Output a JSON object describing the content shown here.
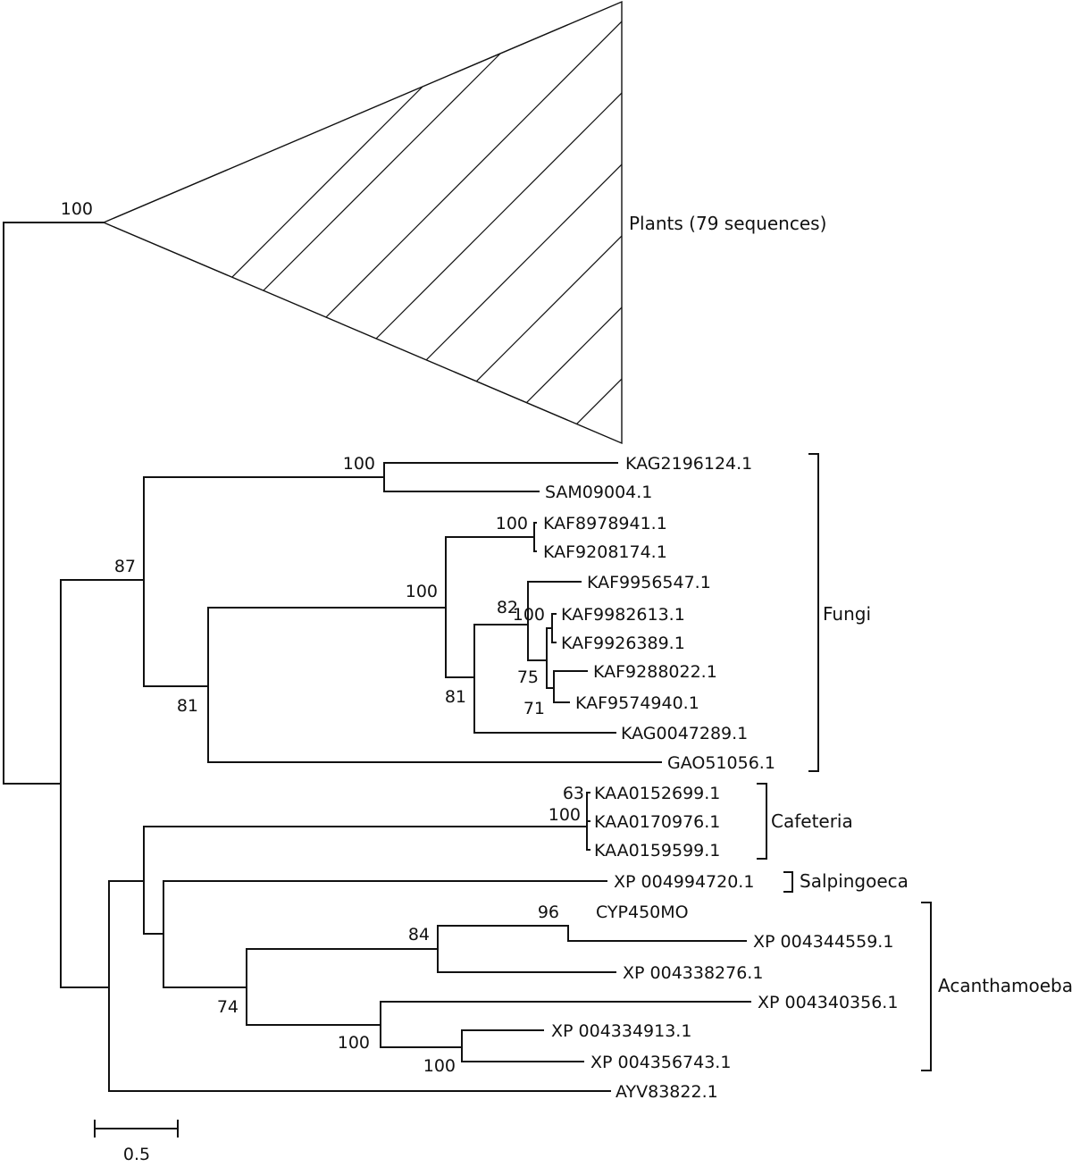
{
  "tree": {
    "collapsed_clade": {
      "label": "Plants (79 sequences)",
      "bootstrap": "100"
    },
    "tips": [
      "KAG2196124.1",
      "SAM09004.1",
      "KAF8978941.1",
      "KAF9208174.1",
      "KAF9956547.1",
      "KAF9982613.1",
      "KAF9926389.1",
      "KAF9288022.1",
      "KAF9574940.1",
      "KAG0047289.1",
      "GAO51056.1",
      "KAA0152699.1",
      "KAA0170976.1",
      "KAA0159599.1",
      "XP 004994720.1",
      "CYP450MO",
      "XP 004344559.1",
      "XP 004338276.1",
      "XP 004340356.1",
      "XP 004334913.1",
      "XP 004356743.1",
      "AYV83822.1"
    ],
    "bootstrap": {
      "fungi_top": "100",
      "fungi_root": "87",
      "fungi_pair": "100",
      "fungi_big": "100",
      "fungi_inner": "82",
      "fungi_deep": "100",
      "fungi_75": "75",
      "fungi_71": "71",
      "fungi_81a": "81",
      "fungi_81b": "81",
      "cafeteria_a": "63",
      "cafeteria_b": "100",
      "acan_96": "96",
      "acan_84": "84",
      "acan_74": "74",
      "acan_100a": "100",
      "acan_100b": "100"
    },
    "groups": [
      "Fungi",
      "Cafeteria",
      "Salpingoeca",
      "Acanthamoeba"
    ],
    "scale_bar": {
      "label": "0.5",
      "value": 0.5
    }
  }
}
